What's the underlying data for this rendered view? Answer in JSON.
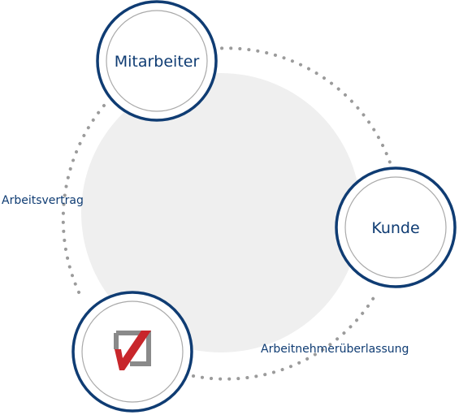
{
  "diagram": {
    "nodes": {
      "mitarbeiter": {
        "label": "Mitarbeiter"
      },
      "kunde": {
        "label": "Kunde"
      },
      "company": {
        "label": "",
        "icon": "checkbox-logo-icon"
      }
    },
    "edges": {
      "arbeitsvertrag": {
        "label": "Arbeitsvertrag",
        "from": "mitarbeiter",
        "to": "company"
      },
      "arbeitnehmerueberlassung": {
        "label": "Arbeitnehmerüberlassung",
        "from": "company",
        "to": "kunde"
      },
      "mitarbeiter_kunde": {
        "label": "",
        "from": "mitarbeiter",
        "to": "kunde"
      }
    },
    "colors": {
      "navy": "#0f3c73",
      "dots": "#9b9b9b",
      "background_disc": "#efefef",
      "inner_ring": "#a9a9a9",
      "logo_red": "#c8262b",
      "logo_gray": "#8a8a8a"
    }
  }
}
